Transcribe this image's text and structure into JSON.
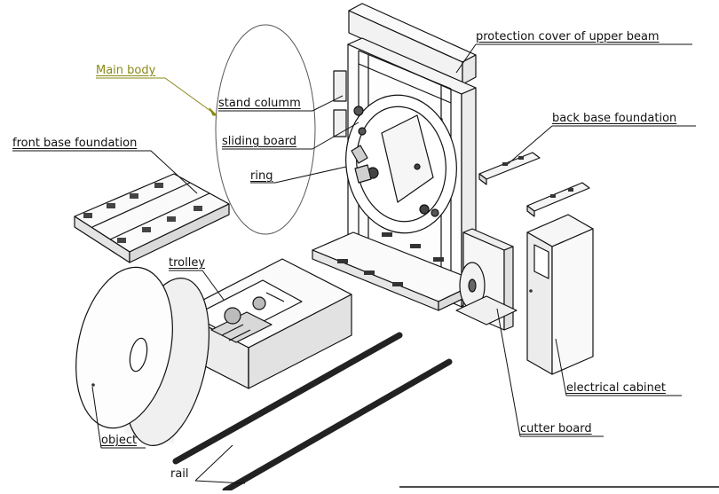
{
  "labels": {
    "main_body": "Main body",
    "protection_cover": "protection cover of upper beam",
    "stand_column": "stand columm",
    "back_base": "back base foundation",
    "front_base": "front base foundation",
    "sliding_board": "sliding board",
    "ring": "ring",
    "trolley": "trolley",
    "electrical_cabinet": "electrical cabinet",
    "object": "object",
    "cutter_board": "cutter board",
    "rail": "rail"
  },
  "colors": {
    "line": "#111111",
    "main_body_accent": "#8a8a18",
    "rail": "#222222"
  }
}
